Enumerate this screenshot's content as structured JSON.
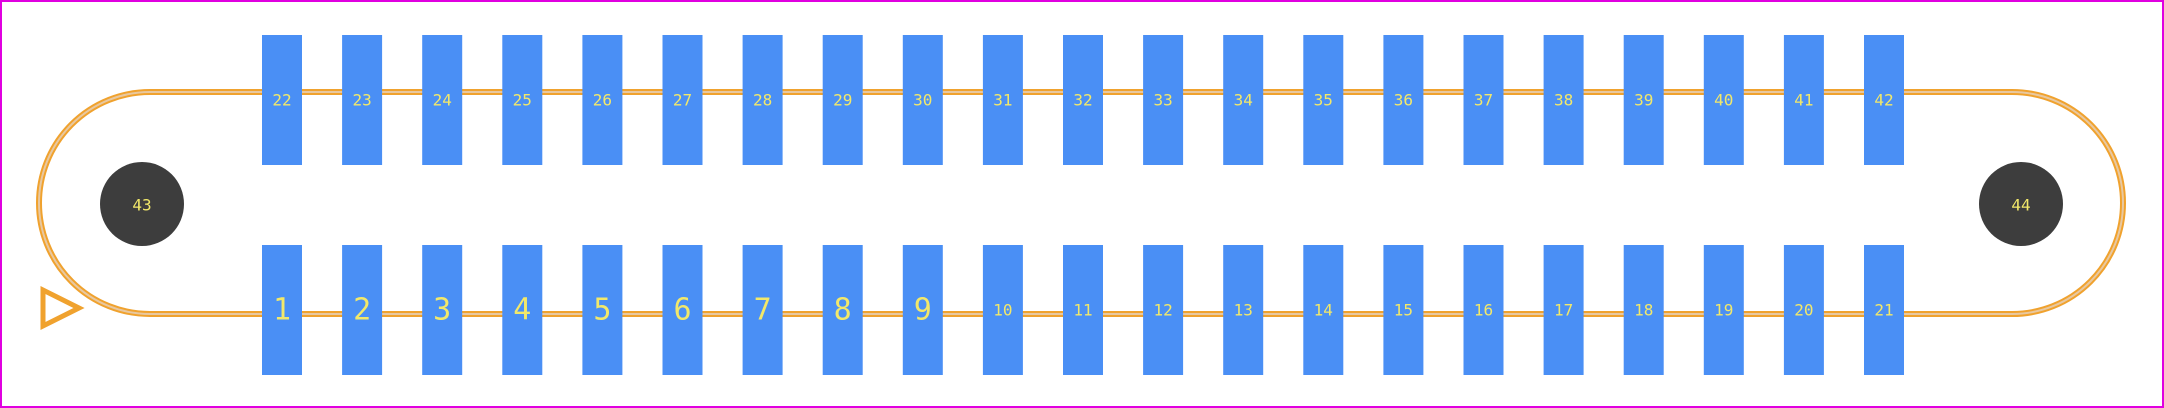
{
  "footprint": {
    "top_row_pads": [
      "22",
      "23",
      "24",
      "25",
      "26",
      "27",
      "28",
      "29",
      "30",
      "31",
      "32",
      "33",
      "34",
      "35",
      "36",
      "37",
      "38",
      "39",
      "40",
      "41",
      "42"
    ],
    "bottom_row_pads": [
      "1",
      "2",
      "3",
      "4",
      "5",
      "6",
      "7",
      "8",
      "9",
      "10",
      "11",
      "12",
      "13",
      "14",
      "15",
      "16",
      "17",
      "18",
      "19",
      "20",
      "21"
    ],
    "mounting_holes": [
      "43",
      "44"
    ]
  },
  "colors": {
    "background": "#ffffff",
    "boundary": "#e000e0",
    "pad": "#4a8ff5",
    "silkscreen": "#f0a22e",
    "silkscreen_inner": "#e8c8a0",
    "label": "#f2e86a",
    "hole": "#3d3d3d"
  },
  "icons": {
    "pin1_marker": "triangle-outline"
  }
}
